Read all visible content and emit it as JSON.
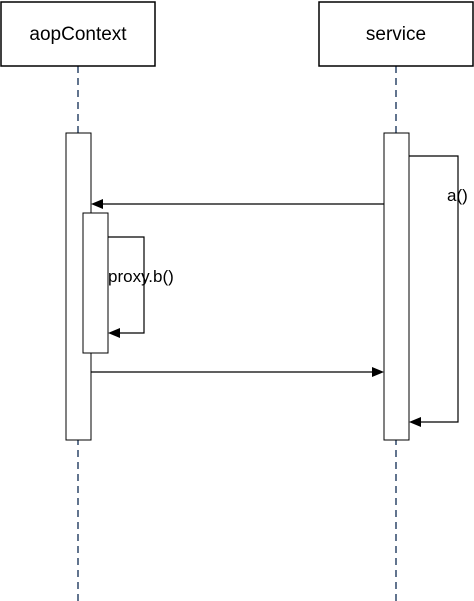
{
  "participants": [
    {
      "name": "aopContext"
    },
    {
      "name": "service"
    }
  ],
  "messages": {
    "self_call_service": "a()",
    "self_call_context": "proxy.b()"
  }
}
